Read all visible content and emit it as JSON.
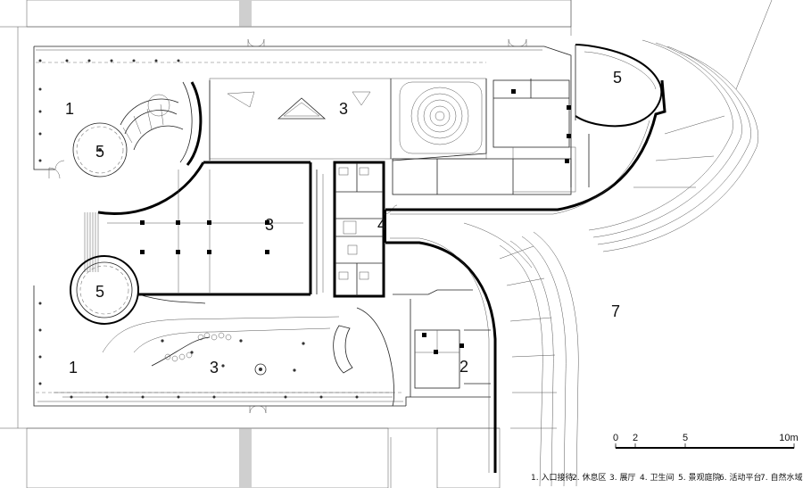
{
  "zones": [
    {
      "id": "zone-1-top",
      "label": "1"
    },
    {
      "id": "zone-5-top",
      "label": "5"
    },
    {
      "id": "zone-3-top",
      "label": "3"
    },
    {
      "id": "zone-3-middle",
      "label": "3"
    },
    {
      "id": "zone-4",
      "label": "4"
    },
    {
      "id": "zone-5-left",
      "label": "5"
    },
    {
      "id": "zone-1-bottom",
      "label": "1"
    },
    {
      "id": "zone-3-bottom",
      "label": "3"
    },
    {
      "id": "zone-2",
      "label": "2"
    },
    {
      "id": "zone-5-right",
      "label": "5"
    },
    {
      "id": "zone-7",
      "label": "7"
    }
  ],
  "scale_bar": {
    "ticks": [
      "0",
      "2",
      "5",
      "10m"
    ]
  },
  "legend": [
    "1. 入口接待",
    "2. 休息区",
    "3. 展厅",
    "4. 卫生间",
    "5. 景观庭院",
    "6. 活动平台",
    "7. 自然水域"
  ]
}
